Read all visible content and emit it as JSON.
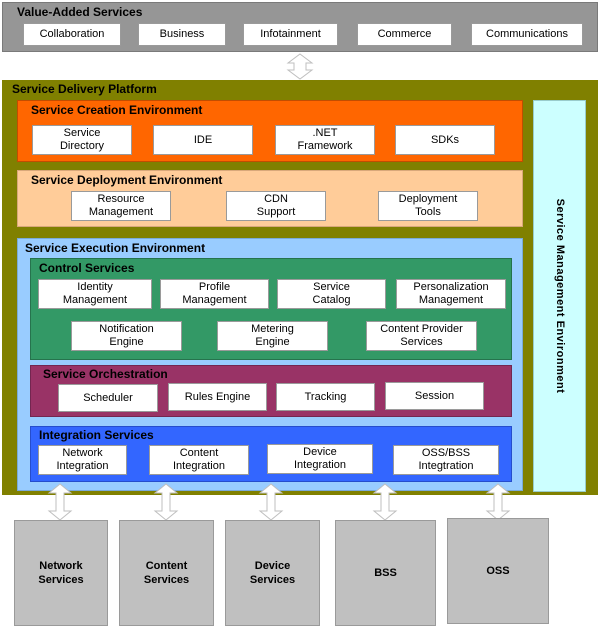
{
  "value_added_services": {
    "title": "Value-Added Services",
    "items": [
      "Collaboration",
      "Business",
      "Infotainment",
      "Commerce",
      "Communications"
    ]
  },
  "service_delivery_platform": {
    "title": "Service Delivery Platform",
    "service_creation_environment": {
      "title": "Service Creation Environment",
      "items": [
        "Service\nDirectory",
        "IDE",
        ".NET\nFramework",
        "SDKs"
      ]
    },
    "service_deployment_environment": {
      "title": "Service Deployment Environment",
      "items": [
        "Resource\nManagement",
        "CDN\nSupport",
        "Deployment\nTools"
      ]
    },
    "service_execution_environment": {
      "title": "Service Execution Environment",
      "control_services": {
        "title": "Control Services",
        "row1": [
          "Identity\nManagement",
          "Profile\nManagement",
          "Service\nCatalog",
          "Personalization\nManagement"
        ],
        "row2": [
          "Notification\nEngine",
          "Metering\nEngine",
          "Content Provider\nServices"
        ]
      },
      "service_orchestration": {
        "title": "Service Orchestration",
        "items": [
          "Scheduler",
          "Rules Engine",
          "Tracking",
          "Session"
        ]
      },
      "integration_services": {
        "title": "Integration Services",
        "items": [
          "Network\nIntegration",
          "Content\nIntegration",
          "Device\nIntegration",
          "OSS/BSS\nIntegtration"
        ]
      }
    },
    "service_management_environment": {
      "title": "Service Management Environment"
    }
  },
  "external_systems": [
    "Network\nServices",
    "Content\nServices",
    "Device\nServices",
    "BSS",
    "OSS"
  ],
  "colors": {
    "value_added": "#969696",
    "platform": "#808000",
    "creation": "#ff6600",
    "deployment": "#ffcc99",
    "execution": "#99ccff",
    "control": "#339966",
    "orchestration": "#993366",
    "integration": "#3366ff",
    "management": "#ccffff",
    "external": "#c0c0c0"
  }
}
